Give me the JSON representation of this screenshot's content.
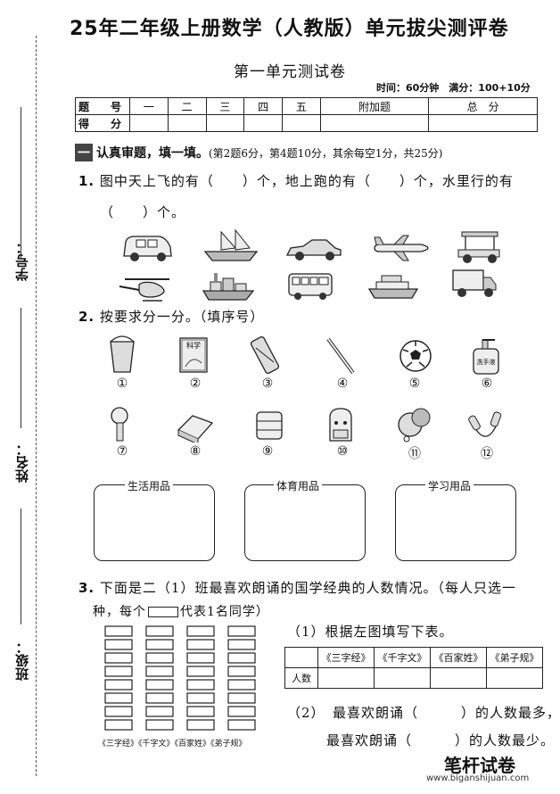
{
  "header": {
    "title": "25年二年级上册数学（人教版）单元拔尖测评卷",
    "subtitle": "第一单元测试卷",
    "time_info": "时间：60分钟　满分：100+10分"
  },
  "side": {
    "student_no": "学号：",
    "name": "姓名：",
    "class": "班级："
  },
  "score_table": {
    "row_headers": [
      "题　号",
      "得　分"
    ],
    "columns": [
      "一",
      "二",
      "三",
      "四",
      "五",
      "附加题",
      "总　分"
    ]
  },
  "section1": {
    "badge": "一",
    "heading": "认真审题，填一填。",
    "note": "(第2题6分，第4题10分，其余每空1分，共25分)"
  },
  "q1": {
    "number": "1.",
    "line1": "图中天上飞的有（　　）个，地上跑的有（　　）个，水里行的有",
    "line2": "（　　）个。",
    "icons": [
      "van-icon",
      "sailing-ship-icon",
      "car-icon",
      "airplane-icon",
      "golf-cart-icon",
      "helicopter-icon",
      "cargo-ship-icon",
      "bus-icon",
      "cruise-ship-icon",
      "truck-icon"
    ]
  },
  "q2": {
    "number": "2.",
    "text": "按要求分一分。（填序号）",
    "items": [
      {
        "num": "①",
        "icon": "bucket-icon"
      },
      {
        "num": "②",
        "icon": "science-book-icon",
        "label": "科学"
      },
      {
        "num": "③",
        "icon": "pencil-case-icon"
      },
      {
        "num": "④",
        "icon": "pen-icon"
      },
      {
        "num": "⑤",
        "icon": "soccer-ball-icon"
      },
      {
        "num": "⑥",
        "icon": "hand-soap-icon",
        "label": "洗手液"
      },
      {
        "num": "⑦",
        "icon": "hair-dryer-icon"
      },
      {
        "num": "⑧",
        "icon": "bed-icon"
      },
      {
        "num": "⑨",
        "icon": "folded-blanket-icon"
      },
      {
        "num": "⑩",
        "icon": "backpack-icon"
      },
      {
        "num": "⑪",
        "icon": "ping-pong-paddle-icon"
      },
      {
        "num": "⑫",
        "icon": "jump-rope-icon"
      }
    ],
    "categories": [
      "生活用品",
      "体育用品",
      "学习用品"
    ]
  },
  "q3": {
    "number": "3.",
    "line1": "下面是二（1）班最喜欢朗诵的国学经典的人数情况。（每人只选一",
    "line2_a": "种，每个",
    "line2_b": "代表1名同学）",
    "chart_labels": "《三字经》《千字文》《百家姓》《弟子规》",
    "sub1": "（1）根据左图填写下表。",
    "table_headers": [
      "《三字经》",
      "《千字文》",
      "《百家姓》",
      "《弟子规》"
    ],
    "table_row_label": "人数",
    "sub2_a": "（2）　最喜欢朗诵（　　　）的人数最多，",
    "sub2_b": "最喜欢朗诵（　　　）的人数最少。"
  },
  "chart_data": {
    "type": "bar",
    "categories": [
      "《三字经》",
      "《千字文》",
      "《百家姓》",
      "《弟子规》"
    ],
    "values": [
      8,
      8,
      8,
      8
    ],
    "xlabel": "",
    "ylabel": ""
  },
  "watermark": {
    "brand": "笔杆试卷",
    "url": "www.biganshijuan.com"
  }
}
